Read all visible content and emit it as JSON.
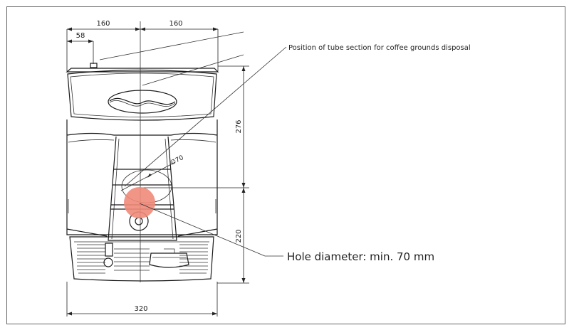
{
  "dimensions": {
    "top_left_width": "160",
    "top_right_width": "160",
    "offset_left": "58",
    "right_upper_height": "276",
    "right_lower_height": "220",
    "bottom_width": "320",
    "diameter_label": "∅70"
  },
  "annotations": {
    "tube_position": "Position of tube section for coffee grounds disposal",
    "hole_diameter": "Hole diameter: min. 70 mm"
  },
  "colors": {
    "hole_marker": "#f08a7a",
    "line": "#1a1a1a"
  }
}
